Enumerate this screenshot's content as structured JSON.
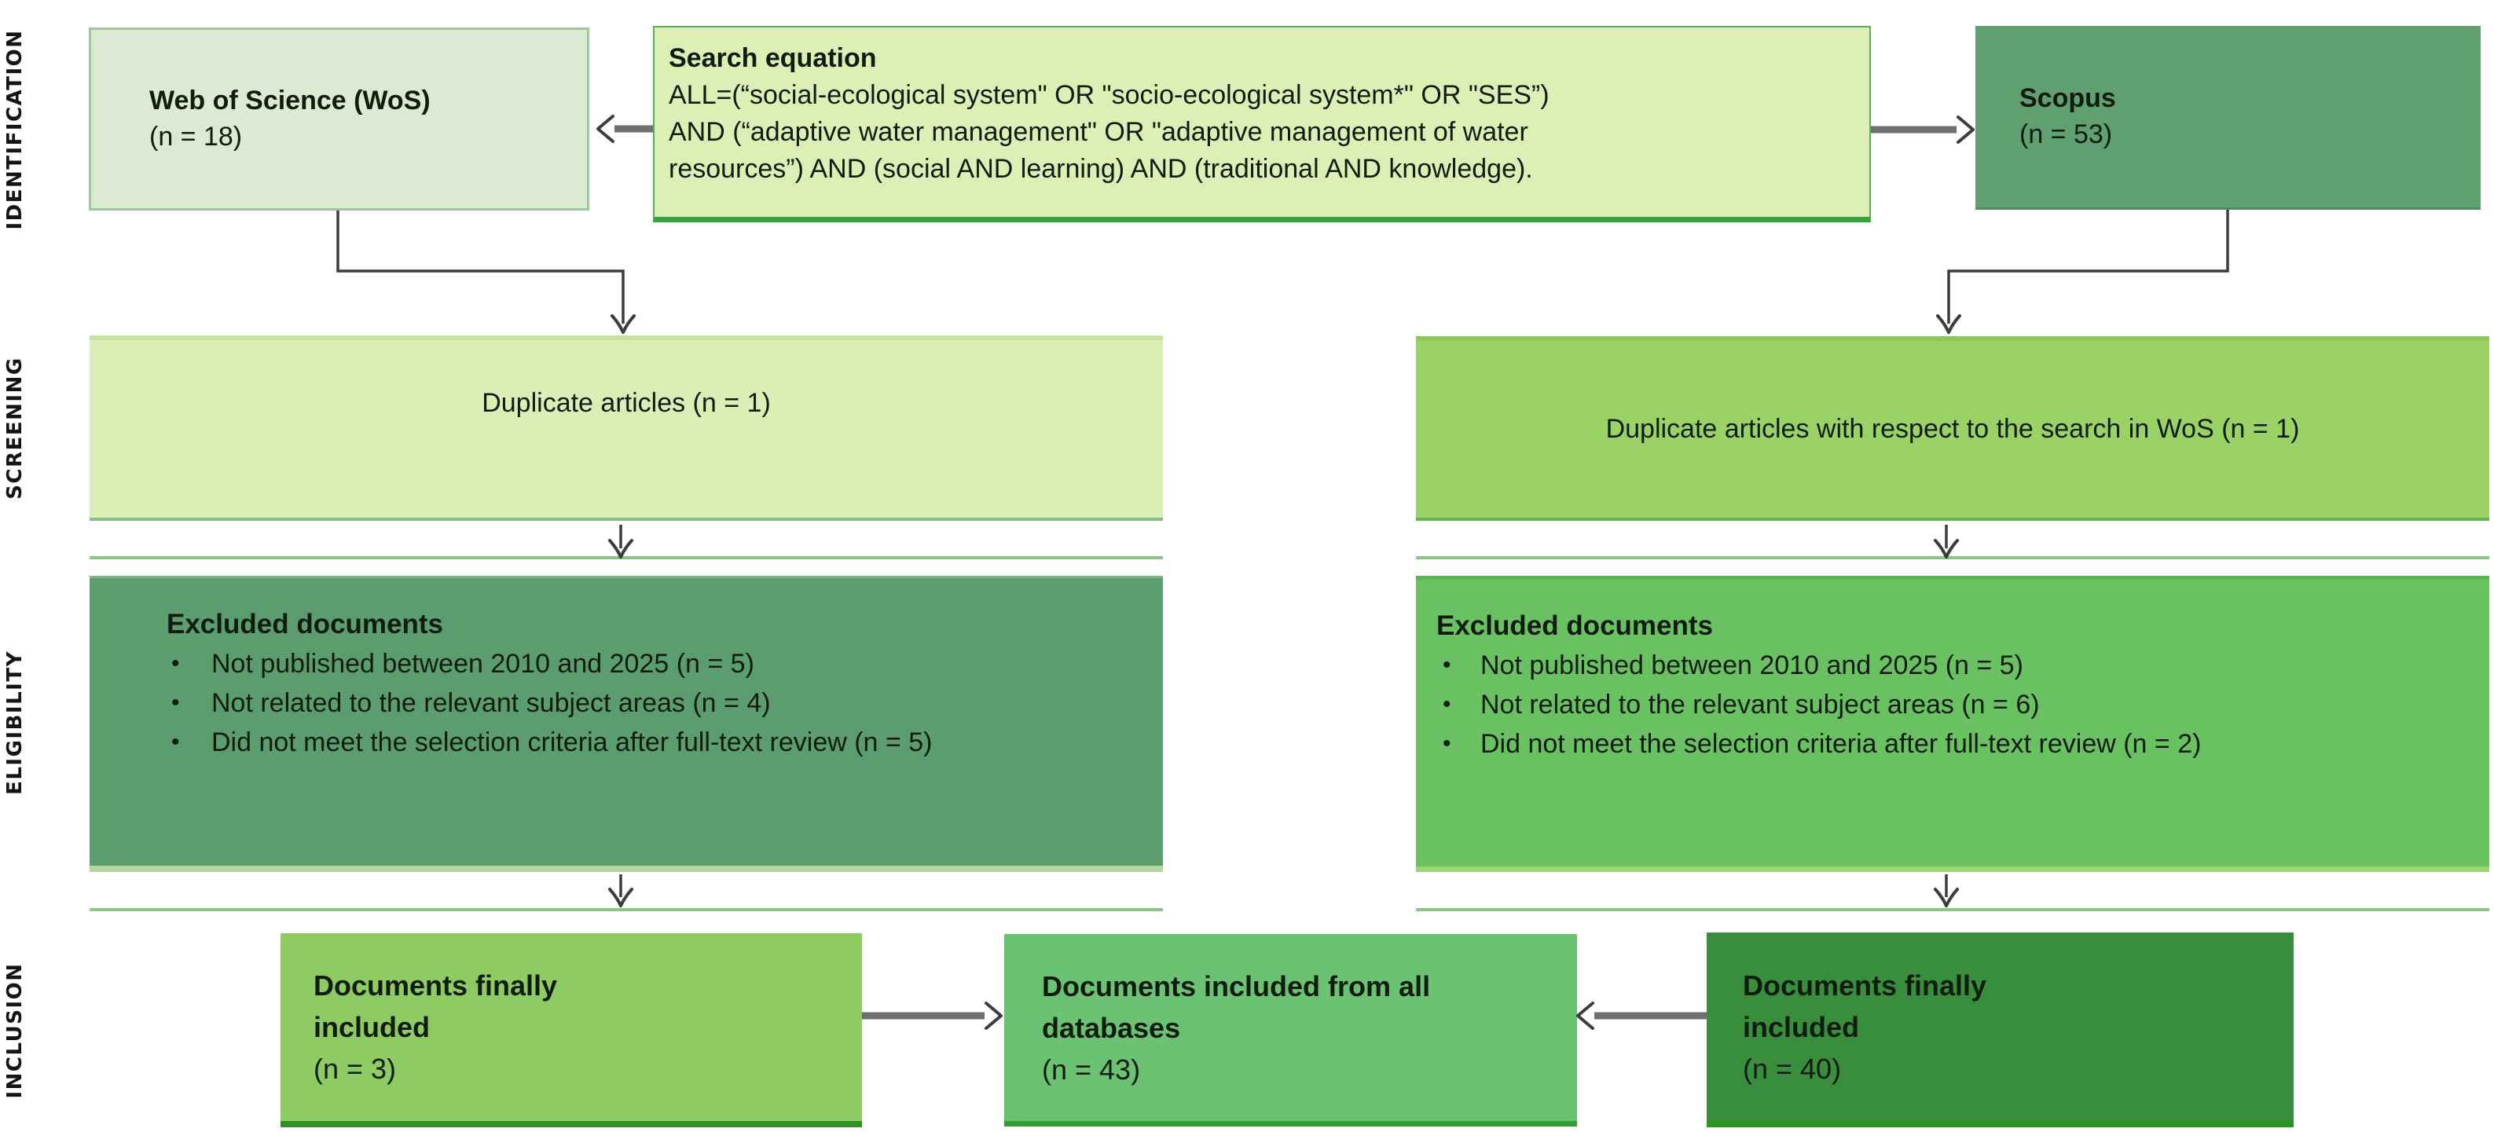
{
  "stages": {
    "identification": "IDENTIFICATION",
    "screening": "SCREENING",
    "eligibility": "ELIGIBILITY",
    "inclusion": "INCLUSION"
  },
  "identification": {
    "wos": {
      "title": "Web of Science (WoS)",
      "count": "(n = 18)"
    },
    "search": {
      "title": "Search equation",
      "lines": [
        "ALL=(“social-ecological system\" OR \"socio-ecological system*\" OR \"SES”)",
        "AND (“adaptive water management\" OR \"adaptive management of water",
        "resources”) AND (social AND learning) AND (traditional AND knowledge)."
      ]
    },
    "scopus": {
      "title": "Scopus",
      "count": "(n = 53)"
    }
  },
  "screening": {
    "wos_label": "Duplicate articles (n = 1)",
    "scopus_label": "Duplicate articles with respect to the search in WoS (n = 1)"
  },
  "eligibility": {
    "wos": {
      "title": "Excluded documents",
      "bullets": [
        "Not published between 2010 and 2025 (n = 5)",
        "Not related to the relevant subject areas (n = 4)",
        "Did not meet the selection criteria after full-text review (n = 5)"
      ]
    },
    "scopus": {
      "title": "Excluded documents",
      "bullets": [
        "Not published between 2010 and 2025 (n = 5)",
        "Not related to the relevant subject areas (n = 6)",
        "Did not meet the selection criteria after full-text review (n = 2)"
      ]
    }
  },
  "inclusion": {
    "wos": {
      "line1": "Documents finally",
      "line2": "included",
      "count": "(n = 3)"
    },
    "all": {
      "line1": "Documents included from all",
      "line2": "databases",
      "count": "(n = 43)"
    },
    "scopus": {
      "line1": "Documents finally",
      "line2": "included",
      "count": "(n = 40)"
    }
  },
  "colors": {
    "wos_fill": "#dcead3",
    "search_fill": "#dcefb4",
    "scopus_fill": "#5f9f70",
    "screen_wos_fill": "#d9efb5",
    "screen_scopus_fill": "#9ad266",
    "elig_wos_fill": "#5b9d6e",
    "elig_scopus_fill": "#69c161",
    "incl_wos_fill": "#8ecb63",
    "incl_all_fill": "#6bc272",
    "incl_scopus_fill": "#388e3c",
    "rule": "#8cc48c"
  }
}
